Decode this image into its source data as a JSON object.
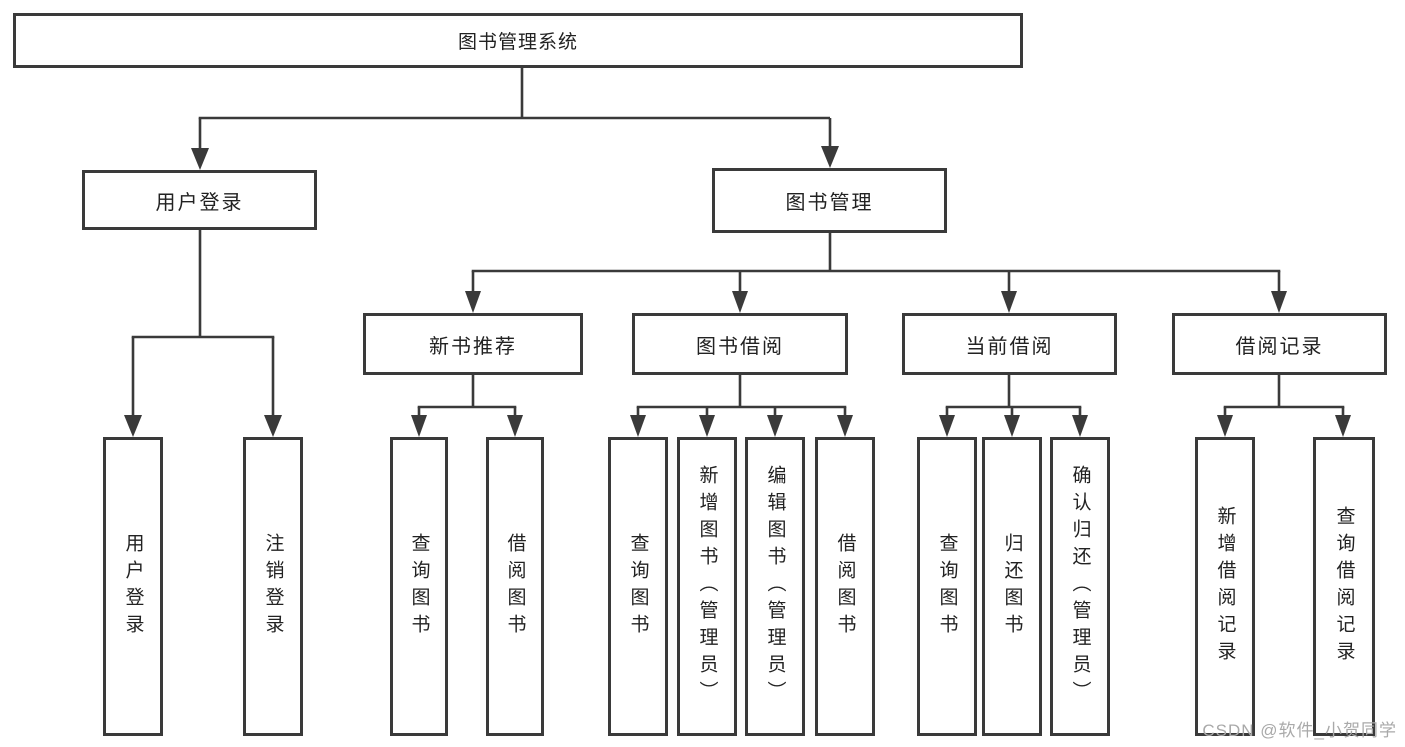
{
  "tree": {
    "root": "图书管理系统",
    "branches": [
      {
        "label": "用户登录",
        "children": [
          "用户登录",
          "注销登录"
        ]
      },
      {
        "label": "图书管理",
        "groups": [
          {
            "label": "新书推荐",
            "children": [
              "查询图书",
              "借阅图书"
            ]
          },
          {
            "label": "图书借阅",
            "children": [
              "查询图书",
              "新增图书（管理员）",
              "编辑图书（管理员）",
              "借阅图书"
            ]
          },
          {
            "label": "当前借阅",
            "children": [
              "查询图书",
              "归还图书",
              "确认归还（管理员）"
            ]
          },
          {
            "label": "借阅记录",
            "children": [
              "新增借阅记录",
              "查询借阅记录"
            ]
          }
        ]
      }
    ]
  },
  "watermark": {
    "text": "CSDN @软件_小贺同学"
  },
  "colors": {
    "line": "#3a3a3a",
    "text": "#222222",
    "background": "#ffffff",
    "watermark": "#a9a9a9"
  }
}
